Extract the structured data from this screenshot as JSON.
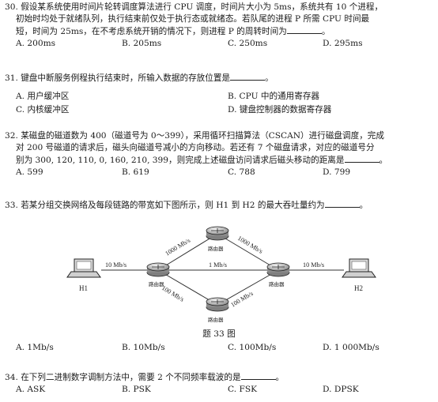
{
  "questions": [
    {
      "lines": [
        "30. 假设某系统使用时间片轮转调度算法进行 CPU 调度，时间片大小为 5ms，系统共有 10 个进程，",
        "初始时均处于就绪队列，执行结束前仅处于执行态或就绪态。若队尾的进程 P 所需 CPU 时间最",
        "短，时间为 25ms，在不考虑系统开销的情况下，则进程 P 的周转时间为"
      ],
      "suffix": "。",
      "options": [
        "A. 200ms",
        "B. 205ms",
        "C. 250ms",
        "D. 295ms"
      ]
    },
    {
      "lines": [
        "31. 键盘中断服务例程执行结束时，所输入数据的存放位置是"
      ],
      "suffix": "。",
      "options": [
        "A. 用户缓冲区",
        "B. CPU 中的通用寄存器",
        "C. 内核缓冲区",
        "D. 键盘控制器的数据寄存器"
      ]
    },
    {
      "lines": [
        "32. 某磁盘的磁道数为 400（磁道号为 0～399），采用循环扫描算法（CSCAN）进行磁盘调度，完成",
        "对 200 号磁道的请求后，磁头向磁道号减小的方向移动。若还有 7 个磁盘请求，对应的磁道号分",
        "别为 300, 120, 110, 0, 160, 210, 399，则完成上述磁盘访问请求后磁头移动的距离是"
      ],
      "suffix": "。",
      "options": [
        "A. 599",
        "B. 619",
        "C. 788",
        "D. 799"
      ]
    },
    {
      "lines": [
        "33. 若某分组交换网络及每段链路的带宽如下图所示，则 H1 到 H2 的最大吞吐量约为"
      ],
      "suffix": "。",
      "options": [
        "A. 1Mb/s",
        "B. 10Mb/s",
        "C. 100Mb/s",
        "D. 1 000Mb/s"
      ]
    },
    {
      "lines": [
        "34. 在下列二进制数字调制方法中，需要 2 个不同频率载波的是"
      ],
      "suffix": "。",
      "options": [
        "A. ASK",
        "B. PSK",
        "C. FSK",
        "D. DPSK"
      ]
    }
  ],
  "diagram": {
    "caption": "题 33 图",
    "hosts": [
      "H1",
      "H2"
    ],
    "router_label": "路由器",
    "links": [
      "10 Mb/s",
      "1000 Mb/s",
      "1000 Mb/s",
      "1 Mb/s",
      "100 Mb/s",
      "100 Mb/s",
      "10 Mb/s"
    ]
  }
}
